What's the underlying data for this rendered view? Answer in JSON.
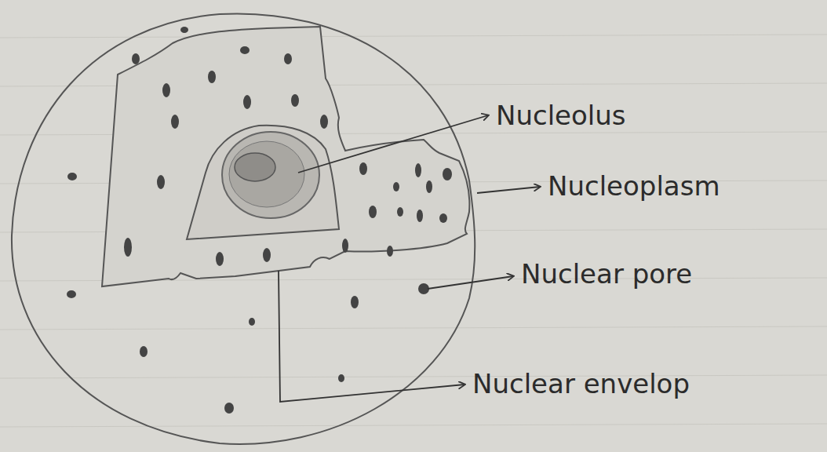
{
  "diagram": {
    "labels": [
      "Nucleolus",
      "Nucleoplasm",
      "Nuclear pore",
      "Nuclear envelop"
    ]
  }
}
